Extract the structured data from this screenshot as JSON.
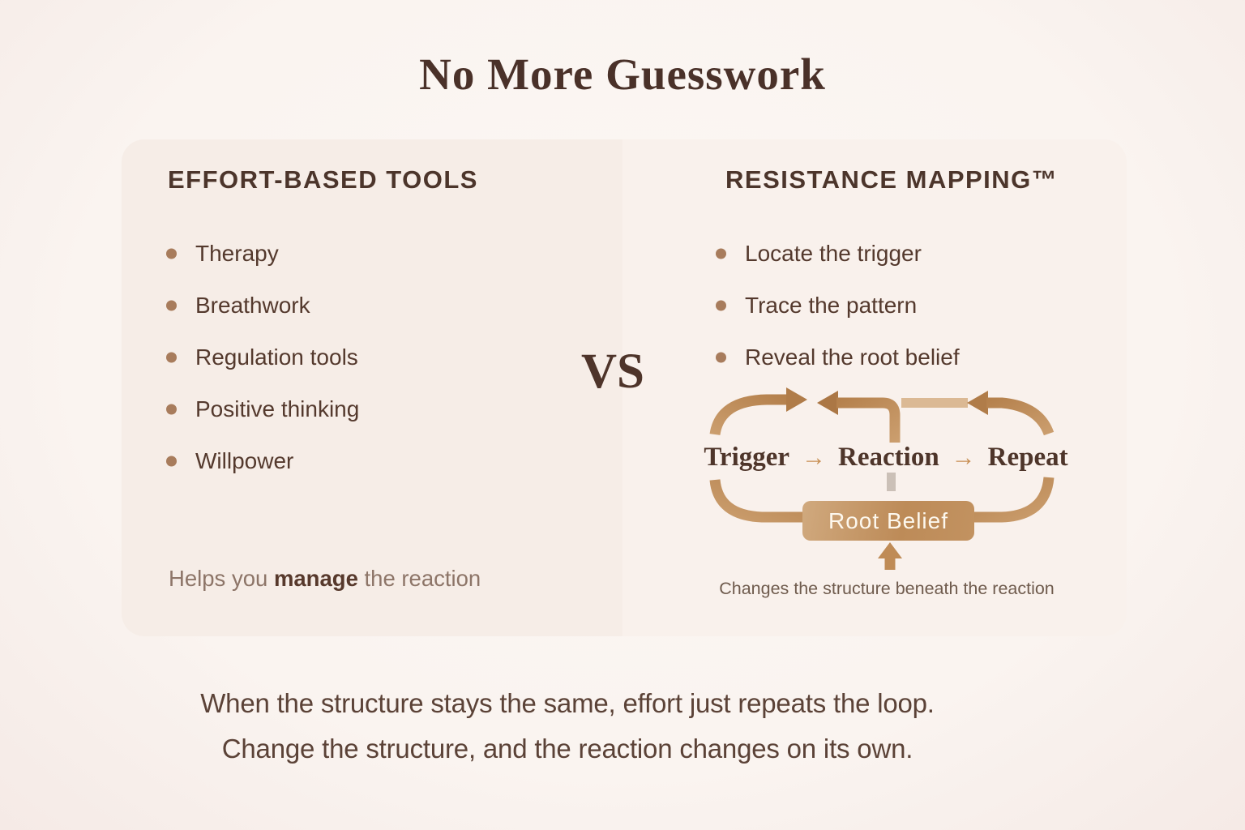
{
  "page": {
    "title": "No More Guesswork",
    "vs_label": "VS",
    "footer_lines": [
      "When the structure stays the same, effort just repeats the loop.",
      "Change the structure, and the reaction changes on its own."
    ]
  },
  "left_card": {
    "header": "EFFORT-BASED TOOLS",
    "items": [
      "Therapy",
      "Breathwork",
      "Regulation tools",
      "Positive thinking",
      "Willpower"
    ],
    "footnote": {
      "prefix": "Helps you ",
      "bold": "manage",
      "suffix": " the reaction"
    }
  },
  "right_card": {
    "header": "RESISTANCE MAPPING™",
    "items": [
      "Locate the trigger",
      "Trace the pattern",
      "Reveal the root belief"
    ],
    "loop": {
      "nodes": [
        "Trigger",
        "Reaction",
        "Repeat"
      ],
      "arrow_glyph": "→",
      "box_label": "Root Belief",
      "caption": "Changes the structure beneath the reaction"
    }
  },
  "colors": {
    "background": "#faf4f0",
    "card_left_bg": "#f6ede7",
    "card_right_bg": "#f9f1ec",
    "heading_brown": "#4c352b",
    "body_text": "#54392d",
    "bullet_dot": "#a87c5c",
    "muted_text": "#8d7568",
    "tan_accent": "#bd8a58",
    "loop_box_gradient_light": "#d0a97e",
    "loop_box_gradient_dark": "#bd8b58",
    "loop_box_text": "#fdf8ee",
    "caption_text": "#6f5b4d",
    "footer_text": "#5b4237",
    "dash_connector": "#cbc0b7"
  }
}
